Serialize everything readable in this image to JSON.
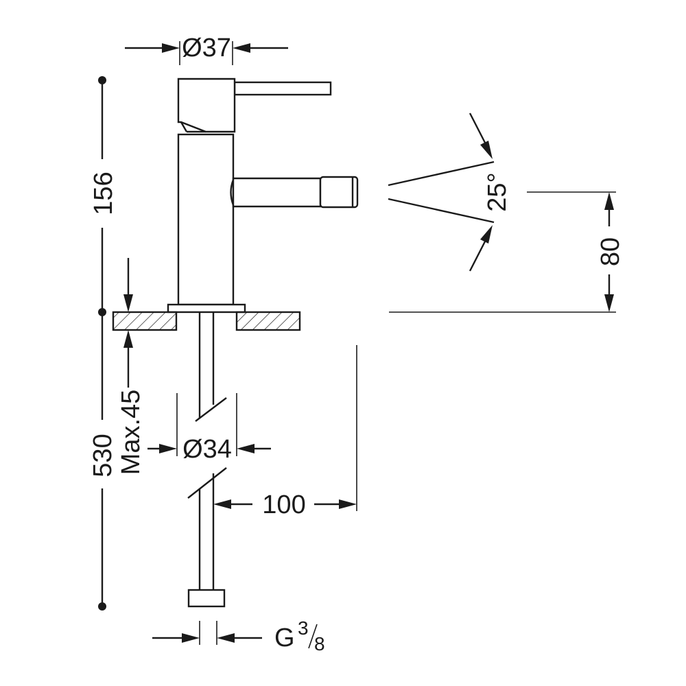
{
  "dimensions": {
    "top_diameter": "Ø37",
    "body_height": "156",
    "angle": "25°",
    "spout_height": "80",
    "max_thickness": "Max.45",
    "pipe_diameter": "Ø34",
    "total_length": "530",
    "spout_reach": "100",
    "thread_main": "G",
    "thread_num": "3",
    "thread_den": "8"
  },
  "colors": {
    "line": "#1a1a1a",
    "background": "#ffffff"
  }
}
